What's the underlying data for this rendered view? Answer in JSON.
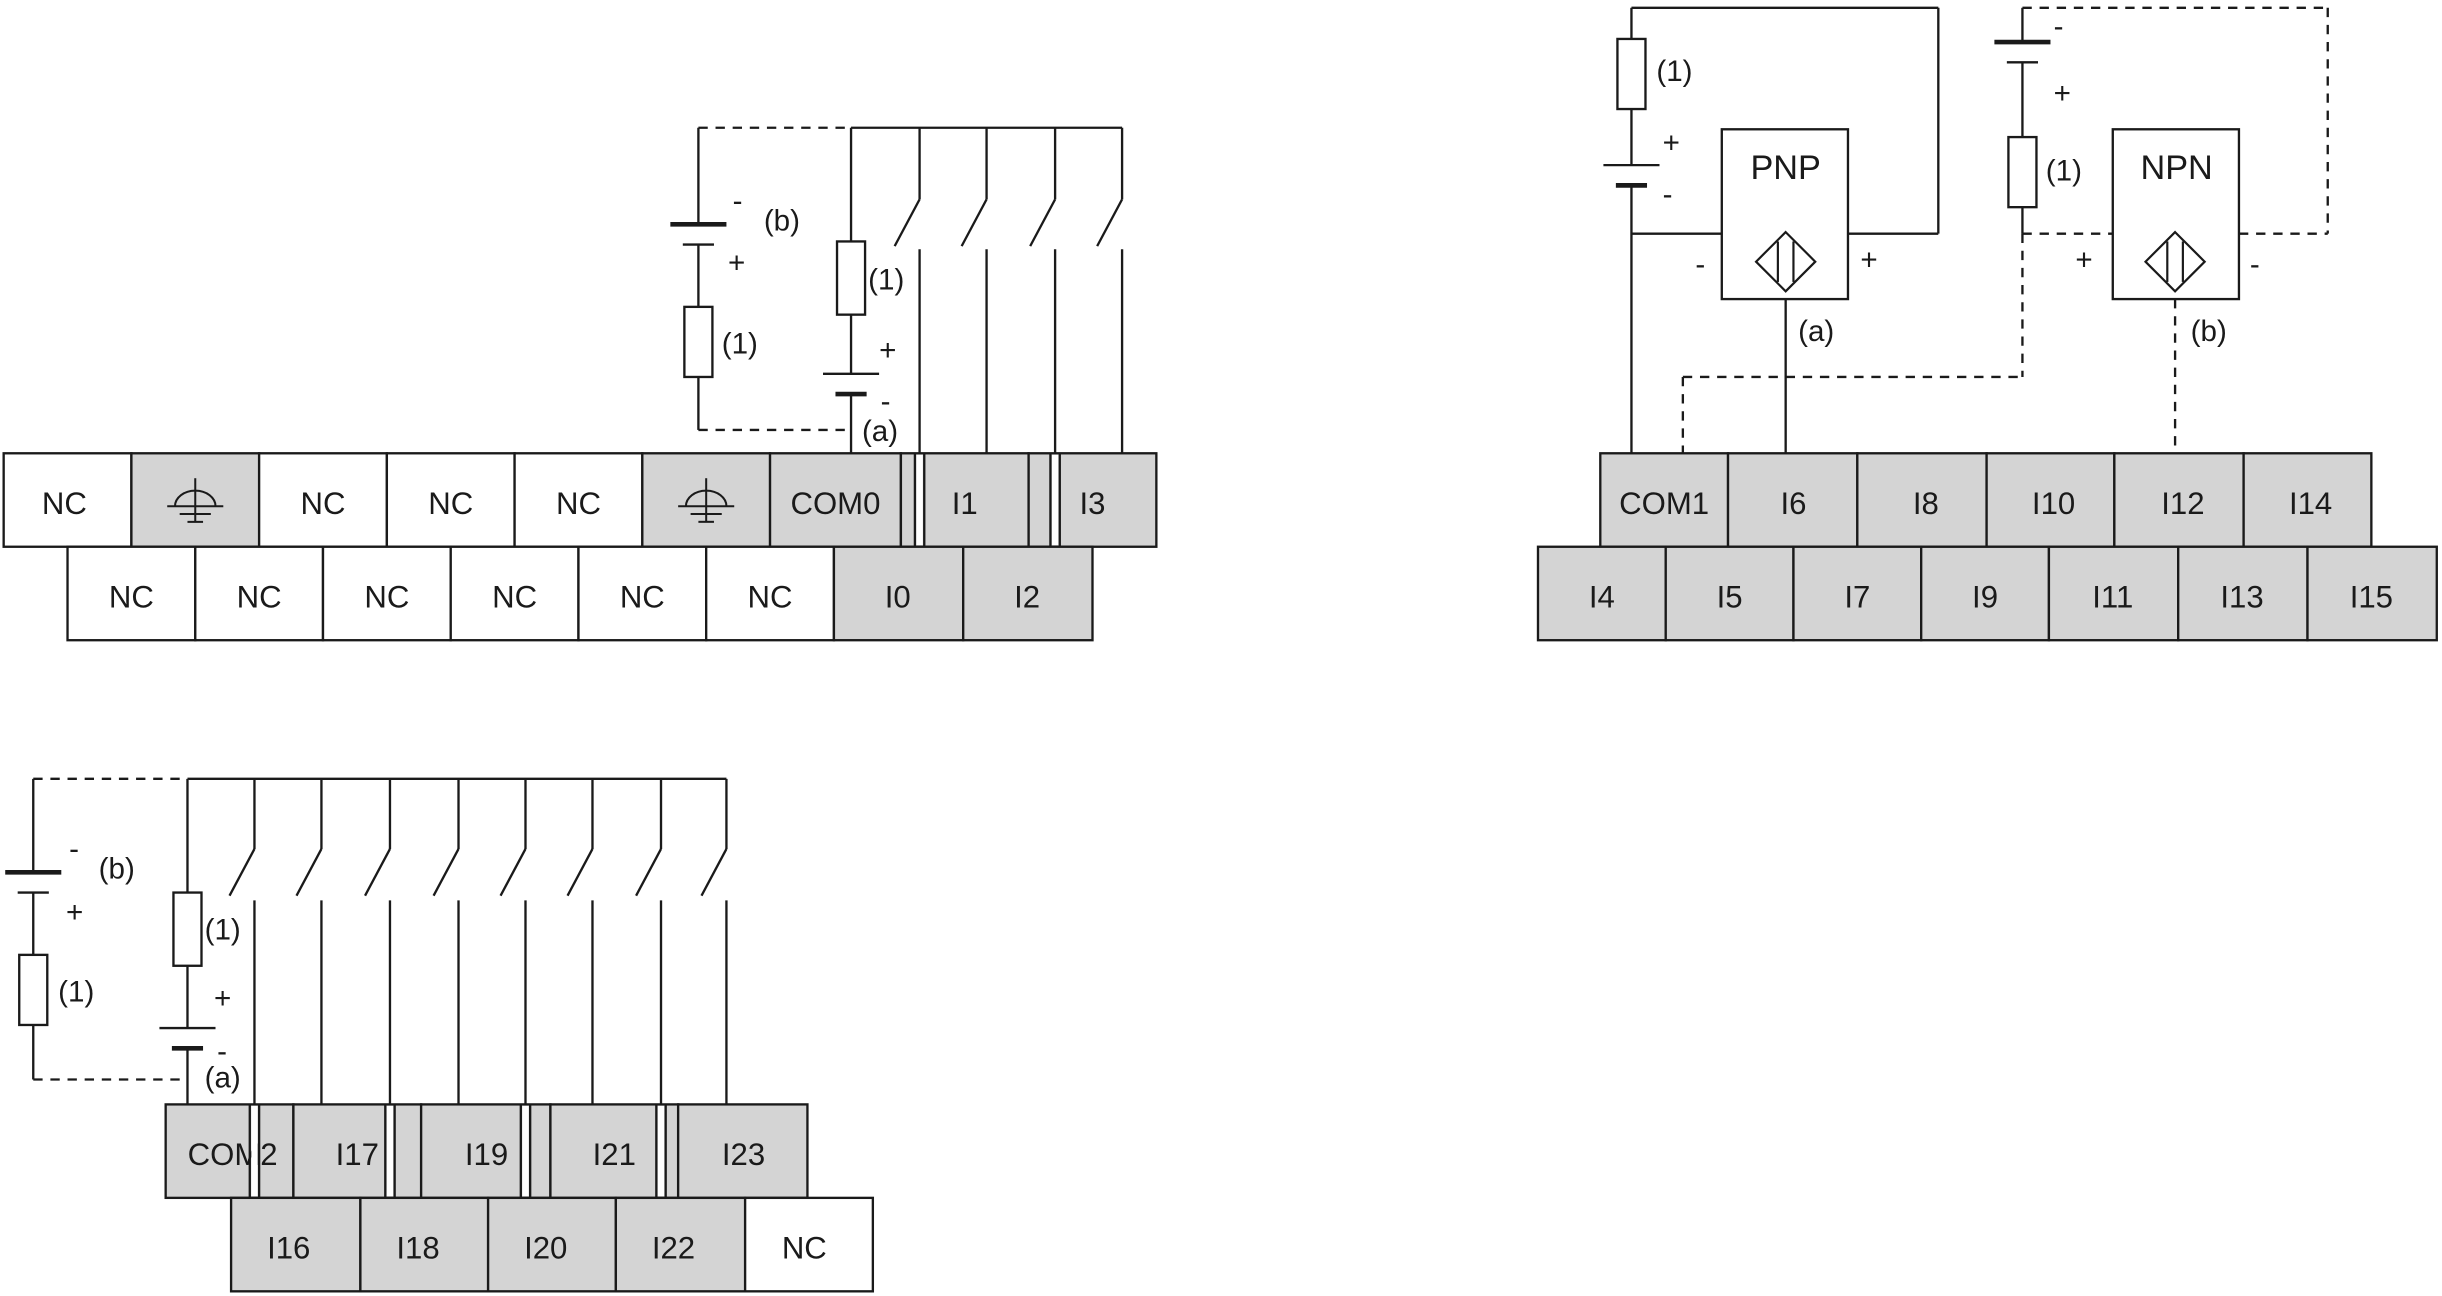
{
  "colors": {
    "terminal_fill": "#d4d4d4",
    "nc_fill": "#ffffff",
    "stroke": "#1a1a1a"
  },
  "labels": {
    "fuse": "(1)",
    "a": "(a)",
    "b": "(b)",
    "plus": "+",
    "minus": "-"
  },
  "icons": {
    "earth": "protective-earth-icon",
    "sensor": "proximity-sensor-icon"
  },
  "block1": {
    "top_row": [
      "NC",
      "",
      "NC",
      "NC",
      "NC",
      "",
      "COM0",
      "I1",
      "I3"
    ],
    "bottom_row": [
      "NC",
      "NC",
      "NC",
      "NC",
      "NC",
      "NC",
      "I0",
      "I2"
    ]
  },
  "block2": {
    "top_row": [
      "COM1",
      "I6",
      "I8",
      "I10",
      "I12",
      "I14"
    ],
    "bottom_row": [
      "I4",
      "I5",
      "I7",
      "I9",
      "I11",
      "I13",
      "I15"
    ],
    "pnp_label": "PNP",
    "npn_label": "NPN"
  },
  "block3": {
    "top_row": [
      "COM2",
      "I17",
      "I19",
      "I21",
      "I23"
    ],
    "bottom_row": [
      "I16",
      "I18",
      "I20",
      "I22",
      "NC"
    ]
  }
}
